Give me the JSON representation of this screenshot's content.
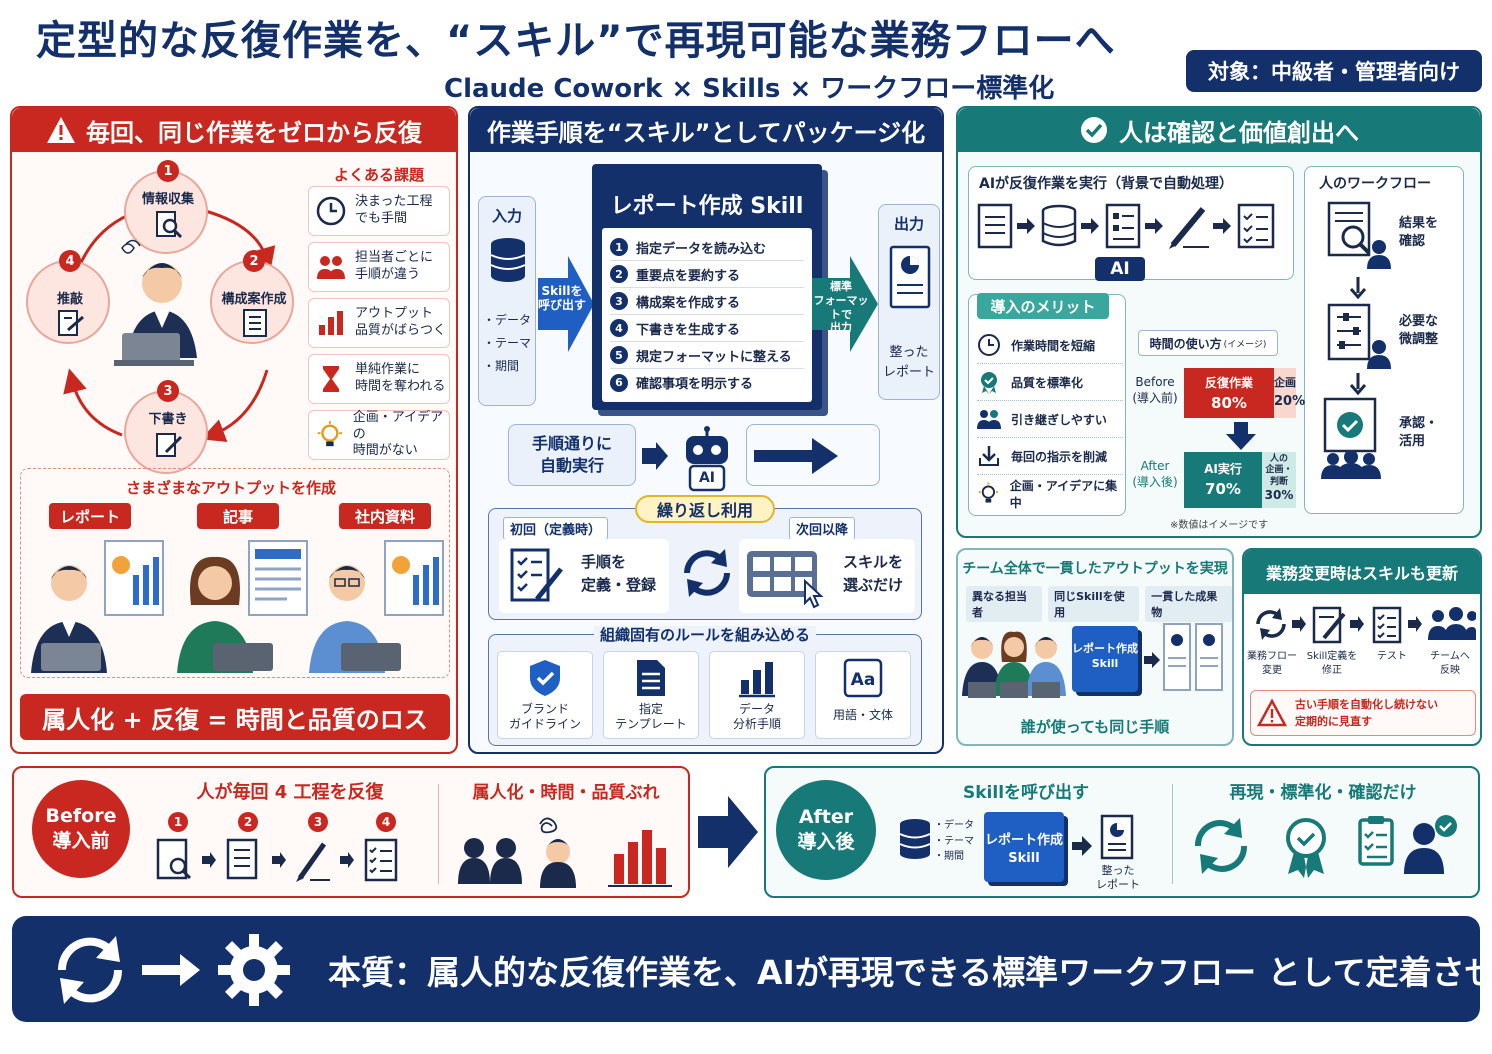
{
  "title": "定型的な反復作業を、“スキル”で再現可能な業務フローへ",
  "subtitle": "Claude Cowork × Skills × ワークフロー標準化",
  "audience": "対象：中級者・管理者向け",
  "colors": {
    "navy": "#13306b",
    "red": "#c8281f",
    "teal": "#177a78",
    "lightblue": "#eaf1fb"
  },
  "left": {
    "header": "毎回、同じ作業をゼロから反復",
    "cycle": [
      {
        "num": "1",
        "label": "情報収集"
      },
      {
        "num": "2",
        "label": "構成案作成"
      },
      {
        "num": "3",
        "label": "下書き"
      },
      {
        "num": "4",
        "label": "推敲"
      }
    ],
    "issues_title": "よくある課題",
    "issues": [
      {
        "icon": "clock-icon",
        "text": "決まった工程\nでも手間"
      },
      {
        "icon": "people-icon",
        "text": "担当者ごとに\n手順が違う"
      },
      {
        "icon": "bar-chart-icon",
        "text": "アウトプット\n品質がばらつく"
      },
      {
        "icon": "hourglass-icon",
        "text": "単純作業に\n時間を奪われる"
      },
      {
        "icon": "lightbulb-icon",
        "text": "企画・アイデアの\n時間がない"
      }
    ],
    "outputs_title": "さまざまなアウトプットを作成",
    "outputs": [
      "レポート",
      "記事",
      "社内資料"
    ],
    "loss": "属人化 + 反復 = 時間と品質のロス"
  },
  "middle": {
    "header": "作業手順を“スキル”としてパッケージ化",
    "input_label": "入力",
    "inputs": [
      "・データ",
      "・テーマ",
      "・期間"
    ],
    "call_skill": "Skillを\n呼び出す",
    "skill_title": "レポート作成 Skill",
    "steps": [
      {
        "num": "1",
        "text": "指定データを読み込む"
      },
      {
        "num": "2",
        "text": "重要点を要約する"
      },
      {
        "num": "3",
        "text": "構成案を作成する"
      },
      {
        "num": "4",
        "text": "下書きを生成する"
      },
      {
        "num": "5",
        "text": "規定フォーマットに整える"
      },
      {
        "num": "6",
        "text": "確認事項を明示する"
      }
    ],
    "std_output": "標準\nフォーマットで\n出力",
    "output_label": "出力",
    "output_text": "整った\nレポート",
    "auto_exec": "手順通りに\n自動実行",
    "ai_badge": "AI",
    "reuse_title": "繰り返し利用",
    "first_label": "初回（定義時）",
    "first_text": "手順を\n定義・登録",
    "next_label": "次回以降",
    "next_text": "スキルを\n選ぶだけ",
    "rules_title": "組織固有のルールを組み込める",
    "rules": [
      {
        "icon": "shield-icon",
        "text": "ブランド\nガイドライン"
      },
      {
        "icon": "document-icon",
        "text": "指定\nテンプレート"
      },
      {
        "icon": "bar-chart-icon",
        "text": "データ\n分析手順"
      },
      {
        "icon": "font-icon",
        "text": "用語・文体"
      }
    ]
  },
  "right": {
    "header": "人は確認と価値創出へ",
    "ai_flow_title": "AIが反復作業を実行（背景で自動処理）",
    "ai_badge": "AI",
    "human_flow_title": "人のワークフロー",
    "human_steps": [
      "結果を\n確認",
      "必要な\n微調整",
      "承認・\n活用"
    ],
    "merits_title": "導入のメリット",
    "merits": [
      {
        "icon": "clock-icon",
        "text": "作業時間を短縮"
      },
      {
        "icon": "medal-icon",
        "text": "品質を標準化"
      },
      {
        "icon": "people-icon",
        "text": "引き継ぎしやすい"
      },
      {
        "icon": "download-icon",
        "text": "毎回の指示を削減"
      },
      {
        "icon": "lightbulb-icon",
        "text": "企画・アイデアに集中"
      }
    ],
    "time_title": "時間の使い方",
    "time_note_small": "(イメージ)",
    "before_label": "Before\n(導入前)",
    "before_main": {
      "text": "反復作業",
      "percent": "80%",
      "value": 80
    },
    "before_side": {
      "text": "企画",
      "percent": "20%",
      "value": 20
    },
    "after_label": "After\n(導入後)",
    "after_main": {
      "text": "AI実行",
      "percent": "70%",
      "value": 70
    },
    "after_side": {
      "text": "人の\n企画・判断",
      "percent": "30%",
      "value": 30
    },
    "note": "※数値はイメージです",
    "team_title": "チーム全体で一貫したアウトプットを実現",
    "team_tags": [
      "異なる担当者",
      "同じSkillを使用",
      "一貫した成果物"
    ],
    "team_skill": "レポート作成\nSkill",
    "team_footer": "誰が使っても同じ手順",
    "update_title": "業務変更時はスキルも更新",
    "update_steps": [
      "業務フロー\n変更",
      "Skill定義を\n修正",
      "テスト",
      "チームへ\n反映"
    ],
    "update_warning": "古い手順を自動化し続けない\n定期的に見直す"
  },
  "bottom": {
    "before_circle": "Before\n導入前",
    "before_title": "人が毎回 4 工程を反復",
    "before_nums": [
      "1",
      "2",
      "3",
      "4"
    ],
    "before_title2": "属人化・時間・品質ぶれ",
    "after_circle": "After\n導入後",
    "after_title": "Skillを呼び出す",
    "after_inputs": [
      "・データ",
      "・テーマ",
      "・期間"
    ],
    "after_skill": "レポート作成\nSkill",
    "after_output": "整った\nレポート",
    "after_title2": "再現・標準化・確認だけ"
  },
  "footer": "本質：属人的な反復作業を、AIが再現できる標準ワークフロー として定着させる"
}
